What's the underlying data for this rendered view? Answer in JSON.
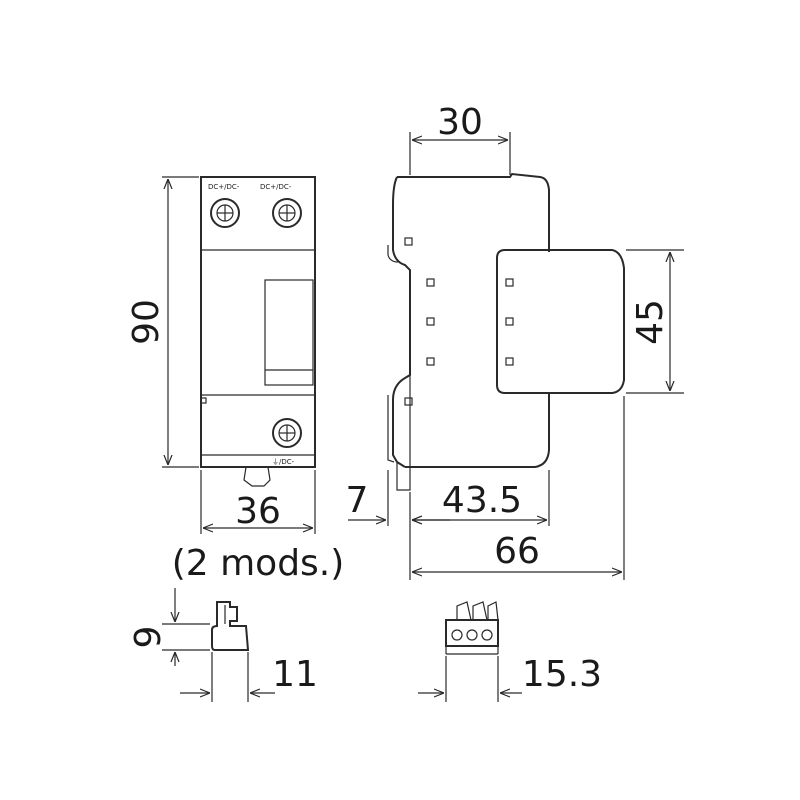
{
  "dimensions": {
    "height": "90",
    "width": "36",
    "modules_note": "(2 mods.)",
    "top_width": "30",
    "front_depth": "45",
    "rail_offset": "7",
    "body_depth": "43.5",
    "total_depth": "66",
    "plug_height": "9",
    "plug_width": "11",
    "connector_width": "15.3"
  },
  "terminals": {
    "top_left": "DC+/DC-",
    "top_right": "DC+/DC-",
    "bottom": "⏚/DC-"
  },
  "colors": {
    "line": "#2a2a2a",
    "text": "#1a1a1a"
  }
}
